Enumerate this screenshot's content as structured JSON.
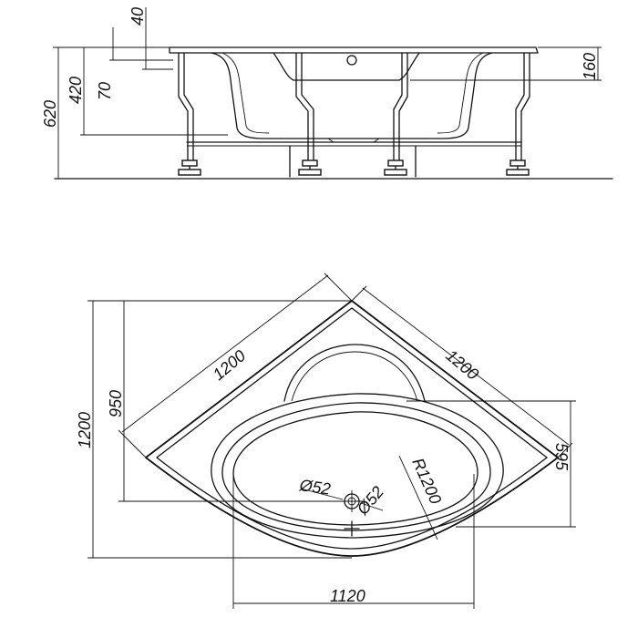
{
  "side_view": {
    "dimensions": {
      "top_rim": "40",
      "apron": "70",
      "inner_height": "420",
      "total_height": "620",
      "rim_depth": "160"
    }
  },
  "top_view": {
    "dimensions": {
      "left_side": "1200",
      "right_side": "1200",
      "overall_height": "1200",
      "inner_height": "950",
      "width": "1120",
      "right_height": "595",
      "radius": "R1200",
      "drain_left": "Ø52",
      "drain_right": "Ø52"
    }
  }
}
